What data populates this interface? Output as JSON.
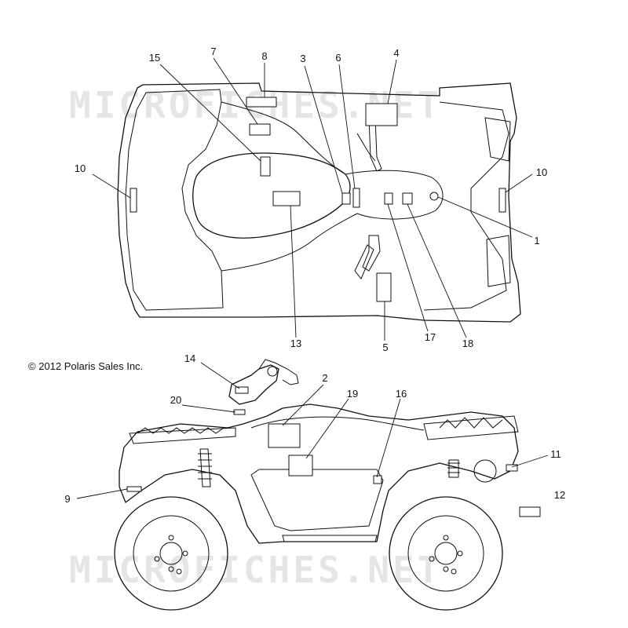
{
  "copyright": "© 2012 Polaris Sales Inc.",
  "watermark": "MICROFICHES.NET",
  "callouts": {
    "c1": "1",
    "c2": "2",
    "c3": "3",
    "c4": "4",
    "c5": "5",
    "c6": "6",
    "c7": "7",
    "c8": "8",
    "c9": "9",
    "c10_left": "10",
    "c10_right": "10",
    "c11": "11",
    "c12": "12",
    "c13": "13",
    "c14": "14",
    "c15": "15",
    "c16": "16",
    "c17": "17",
    "c18": "18",
    "c19": "19",
    "c20": "20"
  }
}
